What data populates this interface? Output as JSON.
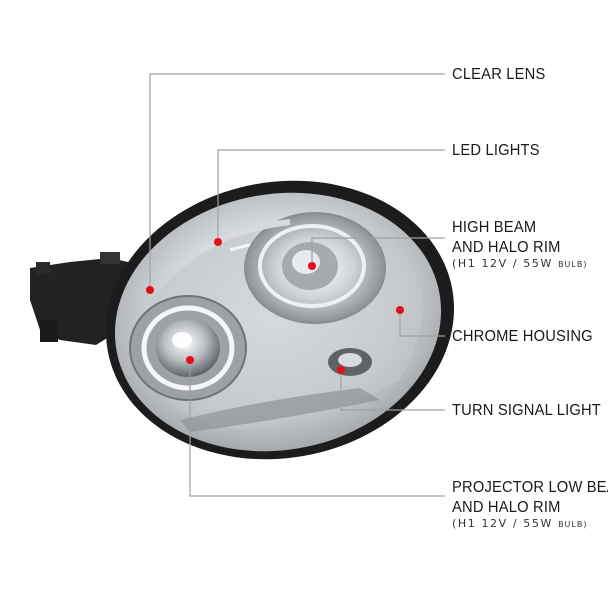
{
  "callouts": {
    "clear_lens": "CLEAR LENS",
    "led_lights": "LED LIGHTS",
    "high_beam": {
      "line1": "HIGH BEAM",
      "line2": "AND HALO RIM",
      "spec": "(H1 12V / 55W",
      "spec_unit": "BULB)"
    },
    "chrome_housing": "CHROME HOUSING",
    "turn_signal": "TURN SIGNAL LIGHT",
    "projector_low_beam": {
      "line1": "PROJECTOR LOW BEAM",
      "line2": "AND HALO RIM",
      "spec": "(H1 12V / 55W",
      "spec_unit": "BULB)"
    }
  },
  "colors": {
    "leader_line": "#a0a0a0",
    "marker": "#e0101e",
    "chrome": "#c9ccd0",
    "housing": "#1c1c1c"
  }
}
